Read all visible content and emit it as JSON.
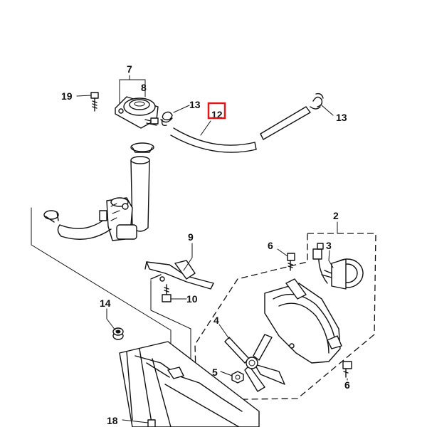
{
  "callouts": {
    "c2": "2",
    "c3": "3",
    "c4": "4",
    "c5": "5",
    "c6a": "6",
    "c6b": "6",
    "c7": "7",
    "c8": "8",
    "c9": "9",
    "c10": "10",
    "c12": "12",
    "c13a": "13",
    "c13b": "13",
    "c14": "14",
    "c18": "18",
    "c19": "19"
  },
  "highlight": {
    "target": "12",
    "color": "#e01818"
  },
  "line_color": "#111111"
}
